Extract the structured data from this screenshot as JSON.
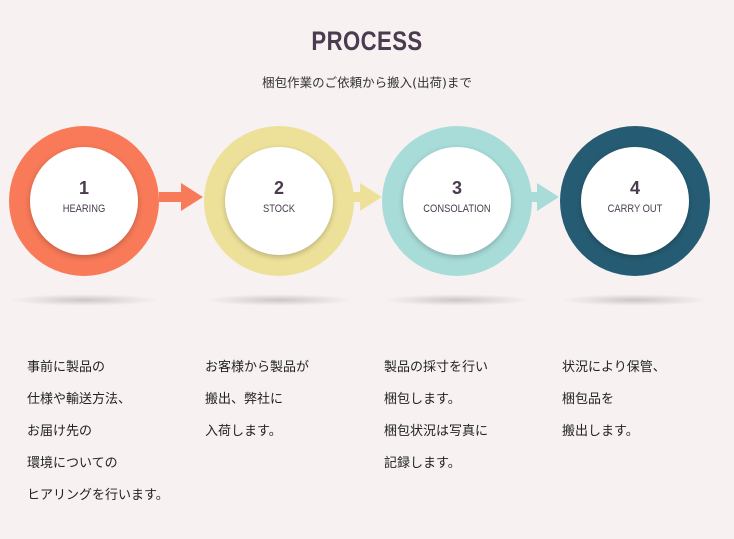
{
  "header": {
    "title": "PROCESS",
    "subtitle": "梱包作業のご依頼から搬入(出荷)まで"
  },
  "steps": [
    {
      "number": "1",
      "label": "HEARING",
      "color": "#f87a58",
      "lines": [
        "事前に製品の",
        "仕様や輸送方法、",
        "お届け先の",
        "環境についての",
        "ヒアリングを行います。"
      ]
    },
    {
      "number": "2",
      "label": "STOCK",
      "color": "#ede19a",
      "lines": [
        "お客様から製品が",
        "搬出、弊社に",
        "入荷します。"
      ]
    },
    {
      "number": "3",
      "label": "CONSOLATION",
      "color": "#a8dcd8",
      "lines": [
        "製品の採寸を行い",
        "梱包します。",
        "梱包状況は写真に",
        "記録します。"
      ]
    },
    {
      "number": "4",
      "label": "CARRY OUT",
      "color": "#265c73",
      "lines": [
        "状況により保管、",
        "梱包品を",
        "搬出します。"
      ]
    }
  ],
  "icons": {
    "arrow": "arrow-right-icon"
  }
}
